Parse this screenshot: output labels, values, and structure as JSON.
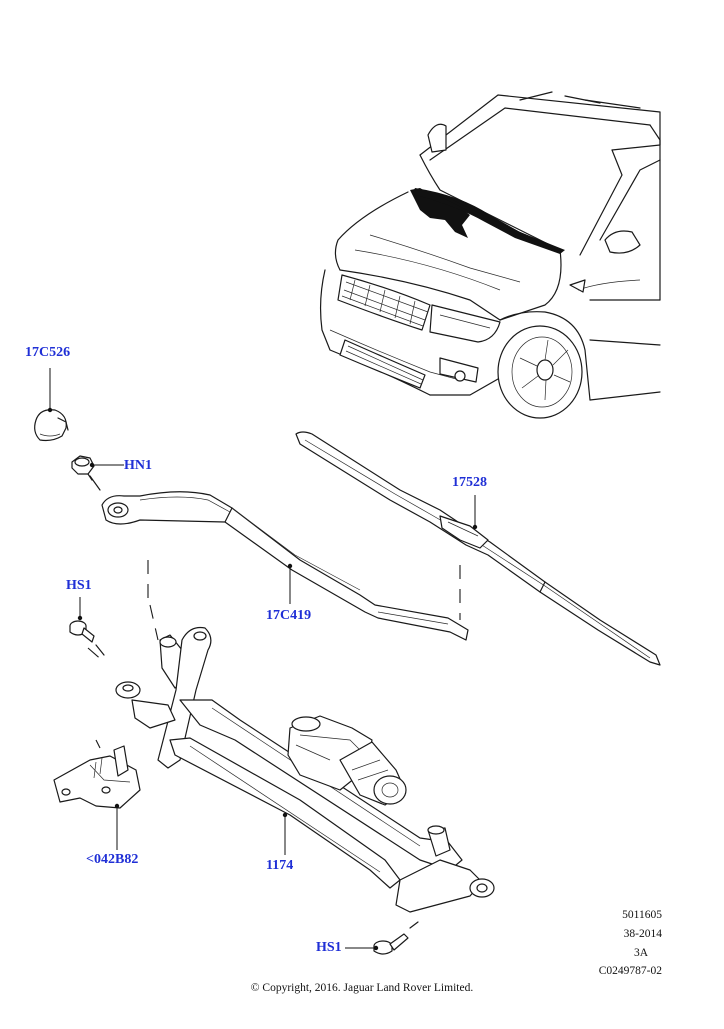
{
  "callouts": {
    "cap": "17C526",
    "nut_hn1": "HN1",
    "wiper_blade": "17528",
    "wiper_arm": "17C419",
    "bolt_hs1_upper": "HS1",
    "bracket": "<042B82",
    "linkage": "1174",
    "bolt_hs1_lower": "HS1"
  },
  "reference": {
    "line1": "5011605",
    "line2": "38-2014",
    "line3": "3A",
    "line4": "C0249787-02"
  },
  "copyright": "© Copyright, 2016. Jaguar Land Rover Limited."
}
